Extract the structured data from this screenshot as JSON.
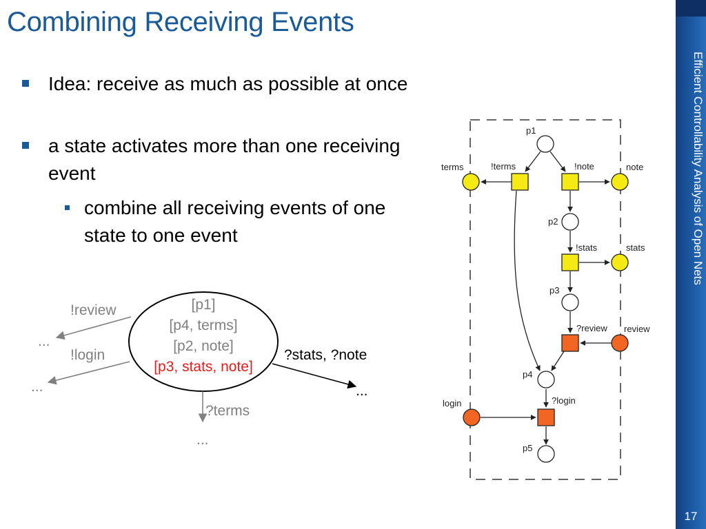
{
  "slide": {
    "title": "Combining Receiving Events",
    "sidebar_text": "Efficient Controllability Analysis of Open Nets",
    "page_number": "17",
    "bullets": [
      {
        "text": "Idea: receive as much as possible at once"
      },
      {
        "text": "a state activates more than one receiving event"
      },
      {
        "text": "combine all receiving events of one state to one event"
      }
    ]
  },
  "state_graph": {
    "state_lines": [
      "[p1]",
      "[p4, terms]",
      "[p2, note]",
      "[p3, stats, note]"
    ],
    "edges": {
      "review": "!review",
      "login": "!login",
      "stats_note": "?stats, ?note",
      "terms": "?terms"
    },
    "ellipsis": "..."
  },
  "net": {
    "places": {
      "p1": "p1",
      "p2": "p2",
      "p3": "p3",
      "p4": "p4",
      "p5": "p5",
      "terms": "terms",
      "note": "note",
      "stats": "stats",
      "review": "review",
      "login": "login"
    },
    "transitions": {
      "terms": "!terms",
      "note": "!note",
      "stats": "!stats",
      "review": "?review",
      "login": "?login"
    },
    "colors": {
      "sending": "#f5ea14",
      "receiving": "#f26522",
      "highlight": "#e41c1c",
      "title": "#1a5a96"
    }
  }
}
